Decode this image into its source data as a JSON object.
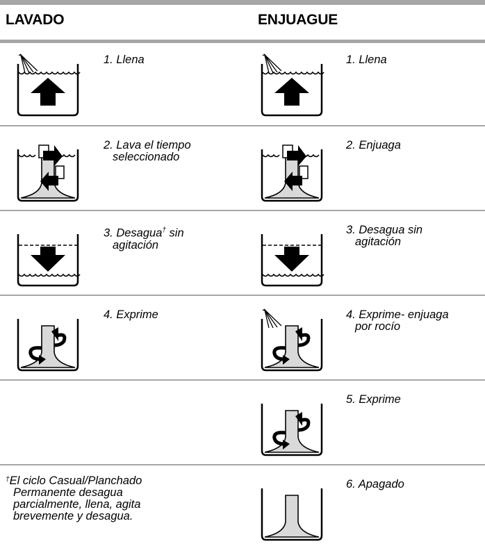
{
  "headers": {
    "left": "LAVADO",
    "right": "ENJUAGUE"
  },
  "lavado": [
    {
      "line1": "1. Llena",
      "line2": ""
    },
    {
      "line1": "2. Lava el tiempo",
      "line2": "seleccionado"
    },
    {
      "line1": "3. Desagua",
      "mark": "†",
      "line1b": " sin",
      "line2": "agitación"
    },
    {
      "line1": "4. Exprime",
      "line2": ""
    }
  ],
  "enjuague": [
    {
      "line1": "1. Llena",
      "line2": ""
    },
    {
      "line1": "2. Enjuaga",
      "line2": ""
    },
    {
      "line1": "3. Desagua sin",
      "line2": "agitación"
    },
    {
      "line1": "4. Exprime- enjuaga",
      "line2": "por rocío"
    },
    {
      "line1": "5. Exprime",
      "line2": ""
    },
    {
      "line1": "6. Apagado",
      "line2": ""
    }
  ],
  "footnote": {
    "mark": "†",
    "lines": [
      "El ciclo Casual/Planchado",
      "Permanente desagua",
      "parcialmente, llena, agita",
      "brevemente y desagua."
    ]
  },
  "colors": {
    "rule": "#a6a6a6",
    "agitator_fill": "#d9d9d9"
  },
  "icons": {
    "fill": "tub-fill-icon",
    "wash": "tub-agitate-icon",
    "drain": "tub-drain-icon",
    "spin": "tub-spin-icon",
    "spray_spin": "tub-spray-spin-icon",
    "off": "tub-off-icon"
  }
}
